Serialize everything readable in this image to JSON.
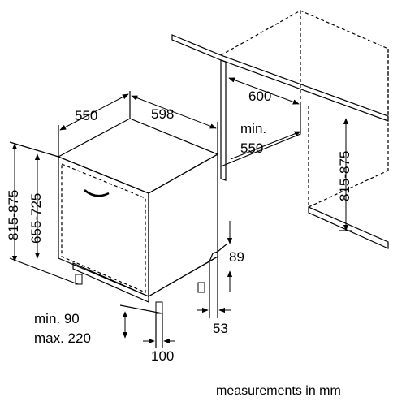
{
  "dimensions": {
    "width": "598",
    "depth": "550",
    "niche_width": "600",
    "niche_depth_label_1": "min.",
    "niche_depth_label_2": "550",
    "niche_height": "815-875",
    "total_height": "815-875",
    "body_height": "655-725",
    "plinth_height": "89",
    "plinth_setback": "53",
    "plinth_gap": "100",
    "foot_min": "min. 90",
    "foot_max": "max. 220"
  },
  "caption": "measurements in mm"
}
